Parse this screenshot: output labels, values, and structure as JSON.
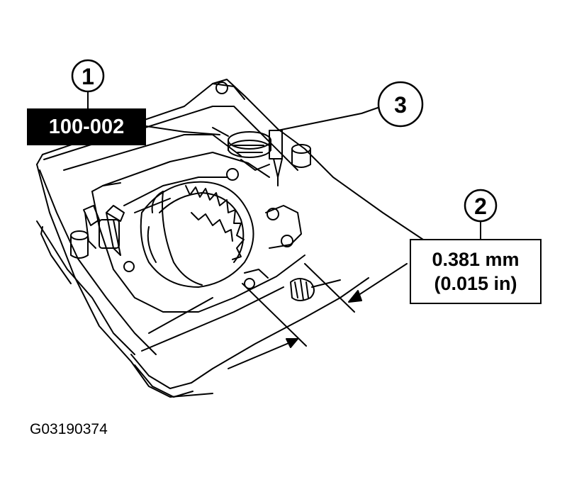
{
  "callouts": {
    "one": "1",
    "two": "2",
    "three": "3"
  },
  "tool_label": "100-002",
  "spec": {
    "metric": "0.381 mm",
    "imperial": "(0.015 in)"
  },
  "figure_id": "G03190374",
  "colors": {
    "ink": "#000000",
    "paper": "#ffffff"
  }
}
